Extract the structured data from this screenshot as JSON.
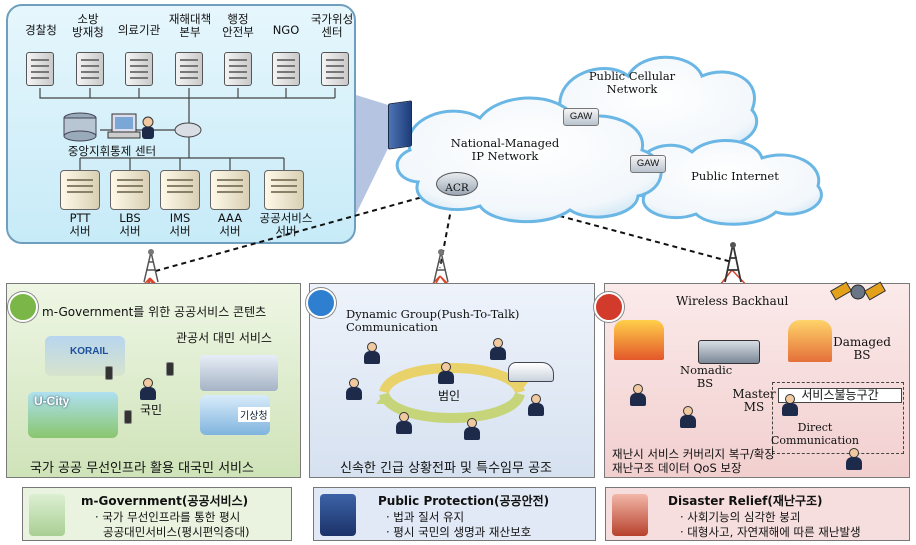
{
  "agencies": [
    "경찰청",
    "소방\n방재청",
    "의료기관",
    "재해대책\n본부",
    "행정\n안전부",
    "NGO",
    "국가위성\n센터"
  ],
  "control_center": "중앙지휘통제 센터",
  "servers": [
    "PTT\n서버",
    "LBS\n서버",
    "IMS\n서버",
    "AAA\n서버",
    "공공서비스\n서버"
  ],
  "network": {
    "national": "National-Managed\nIP Network",
    "cellular": "Public Cellular\nNetwork",
    "internet": "Public Internet",
    "gaw1": "GAW",
    "gaw2": "GAW",
    "acr": "ACR"
  },
  "panel_gov": {
    "title": "m-Government를 위한 공공서비스 콘텐츠",
    "subtitle": "관공서 대민 서비스",
    "korail": "KORAIL",
    "ucity": "U-City",
    "citizen": "국민",
    "weather": "기상청",
    "caption": "국가 공공 무선인프라 활용 대국민 서비스"
  },
  "panel_pp": {
    "title": "Dynamic Group(Push-To-Talk)\nCommunication",
    "center": "범인",
    "caption": "신속한 긴급 상황전파 및 특수임무 공조"
  },
  "panel_dr": {
    "backhaul": "Wireless Backhaul",
    "damaged": "Damaged\nBS",
    "nomadic": "Nomadic\nBS",
    "master": "Master\nMS",
    "outage": "서비스불능구간",
    "direct": "Direct\nCommunication",
    "caption1": "재난시 서비스 커버리지 복구/확장",
    "caption2": "재난구조 데이터 QoS 보장"
  },
  "bottom": {
    "gov": {
      "title": "m-Government(공공서비스)",
      "l1": "· 국가 무선인프라를 통한 평시",
      "l2": "공공대민서비스(평시편익증대)"
    },
    "pp": {
      "title": "Public Protection(공공안전)",
      "l1": "· 법과 질서 유지",
      "l2": "· 평시 국민의 생명과 재산보호"
    },
    "dr": {
      "title": "Disaster Relief(재난구조)",
      "l1": "· 사회기능의 심각한 붕괴",
      "l2": "· 대형사고, 자연재해에 따른 재난발생"
    }
  },
  "colors": {
    "panel_top": "#c7ebf8",
    "panel_gov": "#d8ebc7",
    "panel_pp": "#e4ebf6",
    "panel_dr": "#f8dede",
    "link": "#e24a1b"
  }
}
